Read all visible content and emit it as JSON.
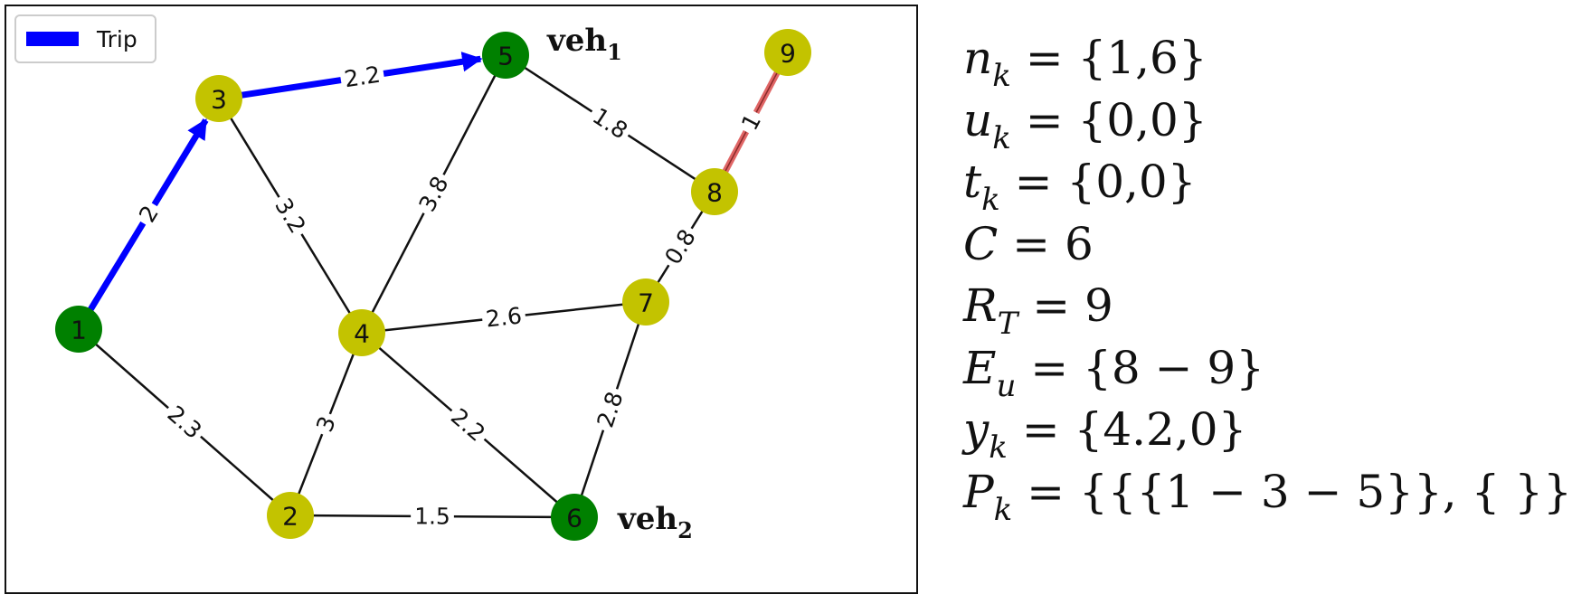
{
  "graph": {
    "legend": {
      "label": "Trip",
      "color": "#0000ff"
    },
    "colors": {
      "vehicle_node": "#008000",
      "regular_node": "#c3c300",
      "edge": "#111111",
      "trip_edge": "#0000ff",
      "unavailable_edge": "#e06666"
    },
    "nodes": [
      {
        "id": "1",
        "type": "vehicle"
      },
      {
        "id": "2",
        "type": "regular"
      },
      {
        "id": "3",
        "type": "regular"
      },
      {
        "id": "4",
        "type": "regular"
      },
      {
        "id": "5",
        "type": "vehicle"
      },
      {
        "id": "6",
        "type": "vehicle"
      },
      {
        "id": "7",
        "type": "regular"
      },
      {
        "id": "8",
        "type": "regular"
      },
      {
        "id": "9",
        "type": "regular"
      }
    ],
    "edges": [
      {
        "from": "1",
        "to": "3",
        "weight": "2",
        "style": "trip"
      },
      {
        "from": "3",
        "to": "5",
        "weight": "2.2",
        "style": "trip"
      },
      {
        "from": "1",
        "to": "2",
        "weight": "2.3",
        "style": "normal"
      },
      {
        "from": "3",
        "to": "4",
        "weight": "3.2",
        "style": "normal"
      },
      {
        "from": "4",
        "to": "5",
        "weight": "3.8",
        "style": "normal"
      },
      {
        "from": "5",
        "to": "8",
        "weight": "1.8",
        "style": "normal"
      },
      {
        "from": "8",
        "to": "9",
        "weight": "1",
        "style": "unavailable"
      },
      {
        "from": "8",
        "to": "7",
        "weight": "0.8",
        "style": "normal"
      },
      {
        "from": "4",
        "to": "7",
        "weight": "2.6",
        "style": "normal"
      },
      {
        "from": "4",
        "to": "2",
        "weight": "3",
        "style": "normal"
      },
      {
        "from": "4",
        "to": "6",
        "weight": "2.2",
        "style": "normal"
      },
      {
        "from": "7",
        "to": "6",
        "weight": "2.8",
        "style": "normal"
      },
      {
        "from": "2",
        "to": "6",
        "weight": "1.5",
        "style": "normal"
      }
    ],
    "vehicle_labels": [
      {
        "node": "5",
        "base": "veh",
        "sub": "1"
      },
      {
        "node": "6",
        "base": "veh",
        "sub": "2"
      }
    ]
  },
  "equations": [
    {
      "var": "n",
      "sub": "k",
      "rhs": " = {1,6}"
    },
    {
      "var": "u",
      "sub": "k",
      "rhs": " = {0,0}"
    },
    {
      "var": "t",
      "sub": "k",
      "rhs": " = {0,0}"
    },
    {
      "var": "C",
      "sub": "",
      "rhs": " = 6"
    },
    {
      "var": "R",
      "sub": "T",
      "rhs": " = 9"
    },
    {
      "var": "E",
      "sub": "u",
      "rhs": " = {8 − 9}"
    },
    {
      "var": "y",
      "sub": "k",
      "rhs": " = {4.2,0}"
    },
    {
      "var": "P",
      "sub": "k",
      "rhs": " = {{{1 − 3 − 5}}, { }}"
    }
  ]
}
